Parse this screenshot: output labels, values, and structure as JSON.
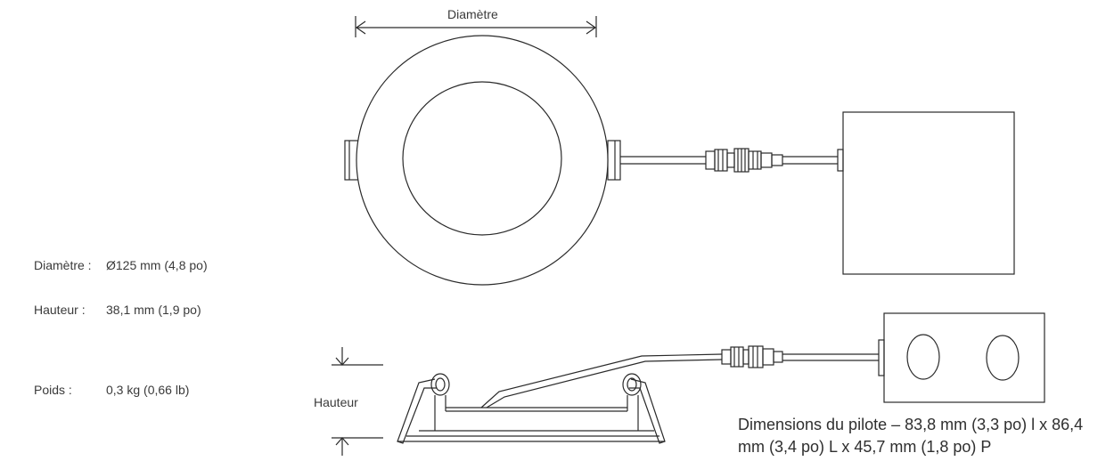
{
  "specs": [
    {
      "label": "Diamètre :",
      "value": "Ø125 mm (4,8 po)"
    },
    {
      "label": "Hauteur :",
      "value": "38,1 mm (1,9 po)"
    },
    {
      "label": "Poids :",
      "value": "0,3 kg (0,66 lb)"
    }
  ],
  "diagram": {
    "diameter_label": "Diamètre",
    "height_label": "Hauteur",
    "driver_note": "Dimensions du pilote – 83,8 mm (3,3 po) l x 86,4 mm (3,4 po) L x 45,7 mm (1,8 po) P"
  },
  "colors": {
    "line": "#2a2a2a",
    "text": "#3a3a3a"
  }
}
